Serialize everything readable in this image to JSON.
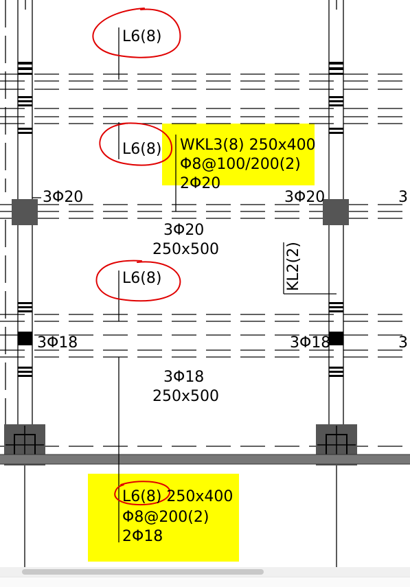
{
  "colors": {
    "highlight": "#ffff00",
    "circle": "#e00000",
    "column": "#555555",
    "grid": "#000000"
  },
  "labels": {
    "l6_top": "L6(8)",
    "l6_mid": "L6(8)",
    "l6_low": "L6(8)",
    "wkl3": {
      "line1": "WKL3(8) 250x400",
      "line2": "Φ8@100/200(2)",
      "line3": "2Φ20"
    },
    "rebar_left_top": "3Φ20",
    "rebar_right_top": "3Φ20",
    "rebar_far_right_top": "3",
    "beam_upper_rebar": "3Φ20",
    "beam_upper_size": "250x500",
    "kl2": "KL2(2)",
    "rebar_left_bottom": "3Φ18",
    "rebar_right_bottom": "3Φ18",
    "rebar_far_right_bottom": "3",
    "beam_lower_rebar": "3Φ18",
    "beam_lower_size": "250x500",
    "l6_detail": {
      "line1": "L6(8) 250x400",
      "line2": "Φ8@200(2)",
      "line3": "2Φ18"
    }
  }
}
